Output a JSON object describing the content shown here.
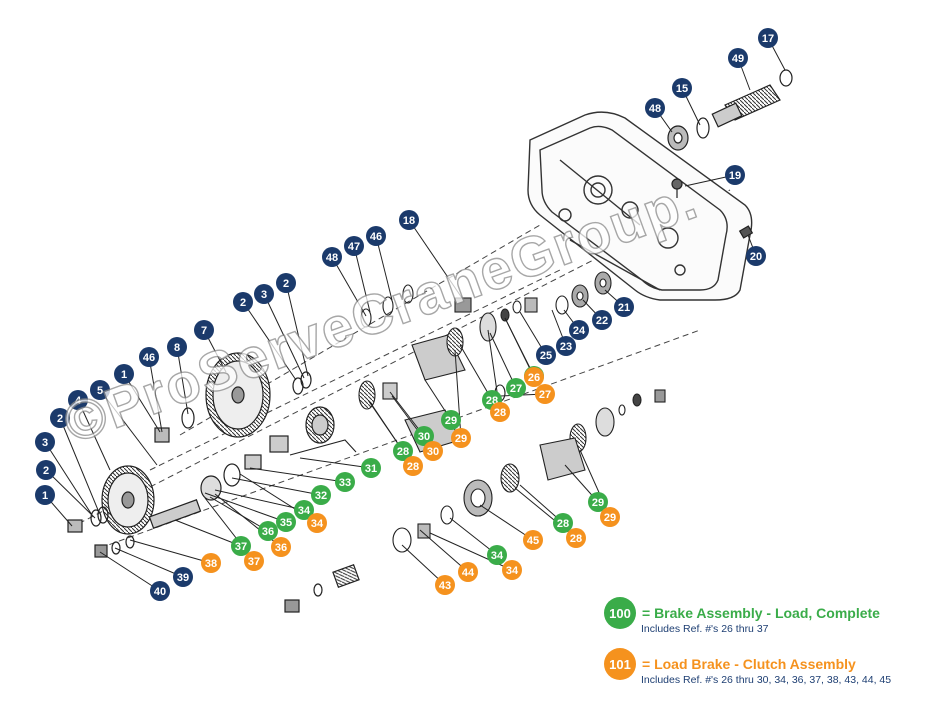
{
  "watermark": "©ProServeCraneGroup.",
  "colors": {
    "navy": "#1b3a6b",
    "green": "#3aac49",
    "orange": "#f5921e",
    "line": "#222222"
  },
  "callouts": [
    {
      "label": "17",
      "c": "navy"
    },
    {
      "label": "49",
      "c": "navy"
    },
    {
      "label": "15",
      "c": "navy"
    },
    {
      "label": "48",
      "c": "navy"
    },
    {
      "label": "19",
      "c": "navy"
    },
    {
      "label": "20",
      "c": "navy"
    },
    {
      "label": "18",
      "c": "navy"
    },
    {
      "label": "47",
      "c": "navy"
    },
    {
      "label": "46",
      "c": "navy"
    },
    {
      "label": "48",
      "c": "navy"
    },
    {
      "label": "21",
      "c": "navy"
    },
    {
      "label": "22",
      "c": "navy"
    },
    {
      "label": "24",
      "c": "navy"
    },
    {
      "label": "23",
      "c": "navy"
    },
    {
      "label": "25",
      "c": "navy"
    },
    {
      "label": "2",
      "c": "navy"
    },
    {
      "label": "3",
      "c": "navy"
    },
    {
      "label": "2",
      "c": "navy"
    },
    {
      "label": "7",
      "c": "navy"
    },
    {
      "label": "8",
      "c": "navy"
    },
    {
      "label": "46",
      "c": "navy"
    },
    {
      "label": "1",
      "c": "navy"
    },
    {
      "label": "5",
      "c": "navy"
    },
    {
      "label": "4",
      "c": "navy"
    },
    {
      "label": "2",
      "c": "navy"
    },
    {
      "label": "3",
      "c": "navy"
    },
    {
      "label": "2",
      "c": "navy"
    },
    {
      "label": "1",
      "c": "navy"
    },
    {
      "label": "39",
      "c": "navy"
    },
    {
      "label": "40",
      "c": "navy"
    },
    {
      "label": "26",
      "c": "green"
    },
    {
      "label": "27",
      "c": "green"
    },
    {
      "label": "28",
      "c": "green"
    },
    {
      "label": "29",
      "c": "green"
    },
    {
      "label": "30",
      "c": "green"
    },
    {
      "label": "28",
      "c": "green"
    },
    {
      "label": "31",
      "c": "green"
    },
    {
      "label": "33",
      "c": "green"
    },
    {
      "label": "32",
      "c": "green"
    },
    {
      "label": "34",
      "c": "green"
    },
    {
      "label": "35",
      "c": "green"
    },
    {
      "label": "36",
      "c": "green"
    },
    {
      "label": "37",
      "c": "green"
    },
    {
      "label": "29",
      "c": "green"
    },
    {
      "label": "28",
      "c": "green"
    },
    {
      "label": "34",
      "c": "green"
    },
    {
      "label": "26",
      "c": "orange"
    },
    {
      "label": "27",
      "c": "orange"
    },
    {
      "label": "28",
      "c": "orange"
    },
    {
      "label": "29",
      "c": "orange"
    },
    {
      "label": "30",
      "c": "orange"
    },
    {
      "label": "28",
      "c": "orange"
    },
    {
      "label": "34",
      "c": "orange"
    },
    {
      "label": "36",
      "c": "orange"
    },
    {
      "label": "37",
      "c": "orange"
    },
    {
      "label": "38",
      "c": "orange"
    },
    {
      "label": "29",
      "c": "orange"
    },
    {
      "label": "28",
      "c": "orange"
    },
    {
      "label": "45",
      "c": "orange"
    },
    {
      "label": "34",
      "c": "orange"
    },
    {
      "label": "44",
      "c": "orange"
    },
    {
      "label": "43",
      "c": "orange"
    }
  ],
  "legend": [
    {
      "badge": "100",
      "title": "= Brake Assembly - Load, Complete",
      "sub": "Includes Ref. #'s 26 thru 37"
    },
    {
      "badge": "101",
      "title": "= Load Brake - Clutch Assembly",
      "sub": "Includes Ref. #'s 26 thru 30, 34, 36, 37, 38, 43, 44, 45"
    }
  ]
}
